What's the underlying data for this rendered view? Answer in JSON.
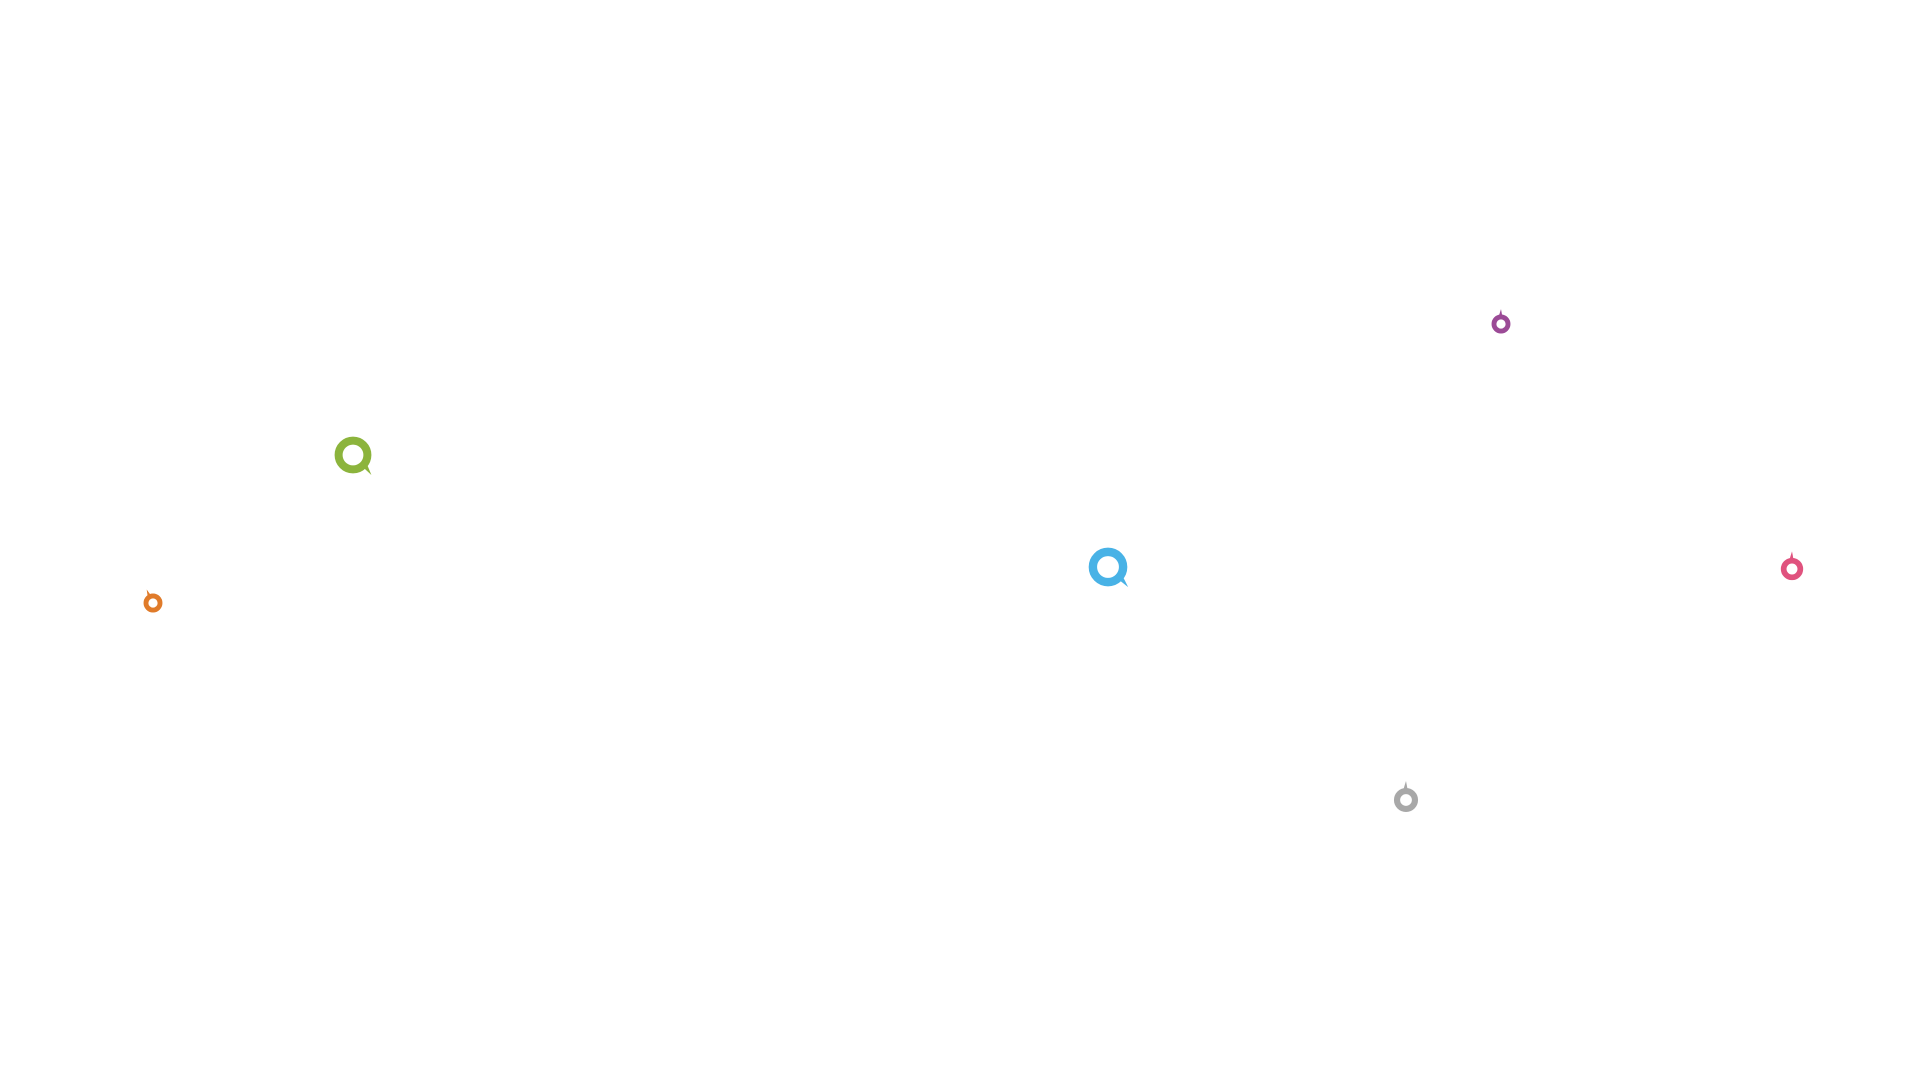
{
  "bubbles": [
    {
      "id": "b-green",
      "icon": "speech-bubble-icon",
      "color": "#8cb43c"
    },
    {
      "id": "b-blue",
      "icon": "speech-bubble-icon",
      "color": "#48b2e6"
    },
    {
      "id": "b-orange",
      "icon": "speech-bubble-icon",
      "color": "#e07b2a"
    },
    {
      "id": "b-purple",
      "icon": "speech-bubble-icon",
      "color": "#9b4a96"
    },
    {
      "id": "b-pink",
      "icon": "speech-bubble-icon",
      "color": "#e0527e"
    },
    {
      "id": "b-grey",
      "icon": "speech-bubble-icon",
      "color": "#a8a8a8"
    }
  ]
}
